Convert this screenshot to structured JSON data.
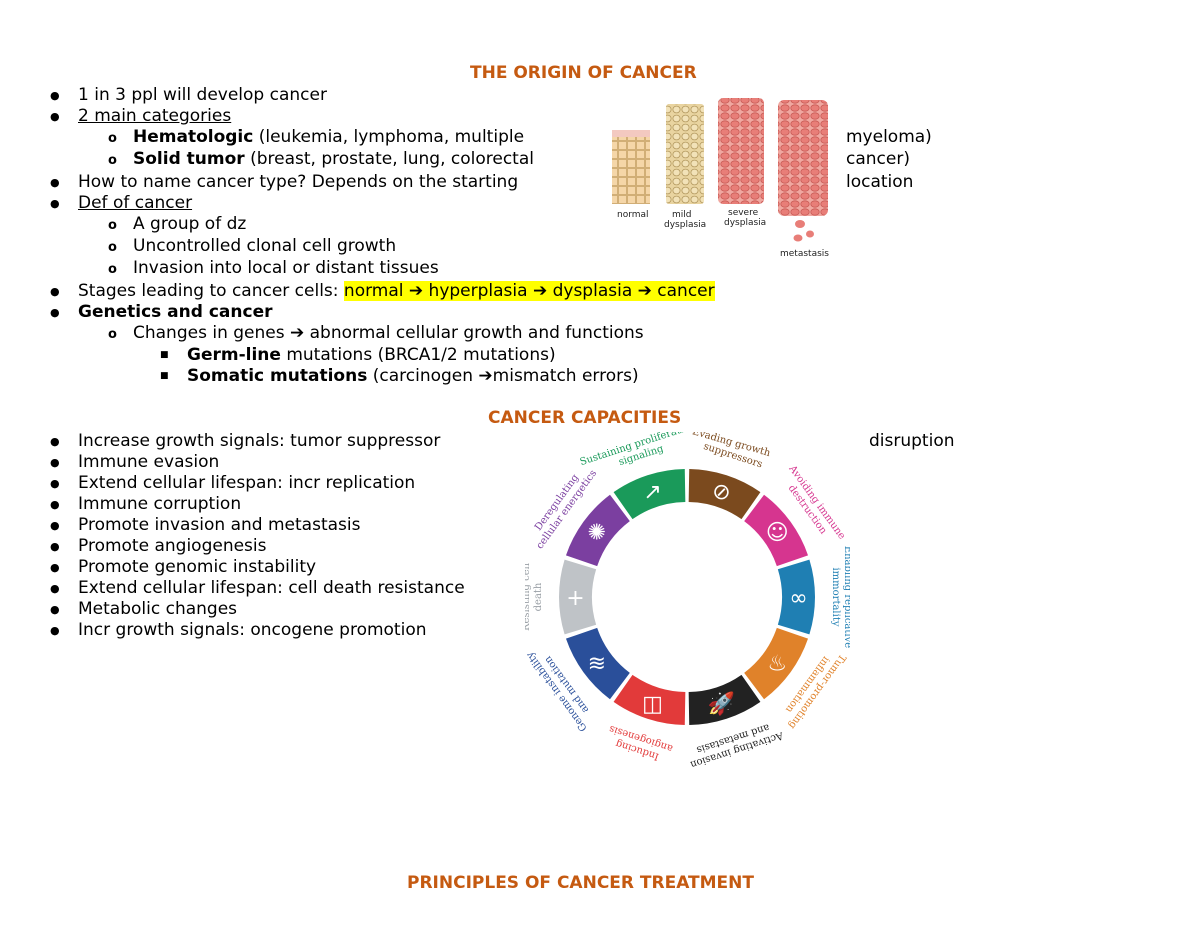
{
  "section1": {
    "title": "THE ORIGIN OF CANCER",
    "b1": "1 in 3 ppl will develop cancer",
    "b2": "2 main categories ",
    "b2a_bold": "Hematologic",
    "b2a_rest": " (leukemia, lymphoma, multiple",
    "b2a_right": "myeloma)",
    "b2b_bold": "Solid tumor",
    "b2b_rest": " (breast, prostate, lung, colorectal",
    "b2b_right": "cancer)",
    "b3": "How to name cancer type? Depends on the starting",
    "b3_right": "location",
    "b4": "Def of cancer",
    "b4a": "A group of dz",
    "b4b": "Uncontrolled clonal cell growth",
    "b4c": "Invasion into local or distant tissues",
    "b5_lead": "Stages leading to cancer cells: ",
    "b5_hl": "normal ➔ hyperplasia ➔ dysplasia ➔ cancer",
    "b6": "Genetics and cancer",
    "b6a": "Changes in genes ➔ abnormal cellular growth and functions",
    "b6a1_bold": "Germ-line",
    "b6a1_rest": " mutations (BRCA1/2 mutations)",
    "b6a2_bold": "Somatic mutations",
    "b6a2_rest": " (carcinogen ➔mismatch errors)"
  },
  "dysplasia_figure": {
    "labels": [
      "normal",
      "mild",
      "dysplasia",
      "severe",
      "dysplasia",
      "metastasis"
    ]
  },
  "section2": {
    "title": "CANCER CAPACITIES",
    "items": [
      "Increase growth signals: tumor suppressor",
      "Immune evasion",
      "Extend cellular lifespan: incr replication",
      "Immune corruption",
      "Promote invasion and metastasis",
      "Promote angiogenesis",
      "Promote genomic instability",
      "Extend cellular lifespan: cell death resistance",
      "Metabolic changes",
      "Incr growth signals: oncogene promotion"
    ],
    "item1_right": "disruption"
  },
  "hallmarks_ring": {
    "labels": [
      "Evading growth",
      "suppressors",
      "Avoiding immune",
      "destruction",
      "Enabling replicative",
      "immortality",
      "Tumor-promoting",
      "inflammation",
      "Activating invasion",
      "and metastasis",
      "Inducing",
      "angiogenesis",
      "Genome instability",
      "and mutation",
      "Resisting cell",
      "death",
      "Deregulating",
      "cellular energetics",
      "Sustaining proliferative",
      "signaling"
    ],
    "colors": {
      "growth_suppressors": "#7b4a1e",
      "immune_destruction": "#d6358f",
      "immortality": "#1f7fb3",
      "inflammation": "#e0822a",
      "invasion": "#222222",
      "angiogenesis": "#e23a3a",
      "genome": "#2a4f9a",
      "cell_death": "#bfc3c7",
      "energetics": "#7b3fa0",
      "proliferative": "#1a9a5a"
    },
    "icons": [
      "stop-icon",
      "pacman-icon",
      "infinity-icon",
      "flame-icon",
      "rocket-icon",
      "vessel-icon",
      "dna-icon",
      "plus-icon",
      "atom-icon",
      "arrow-icon"
    ]
  },
  "section3": {
    "title": "PRINCIPLES OF CANCER TREATMENT"
  }
}
